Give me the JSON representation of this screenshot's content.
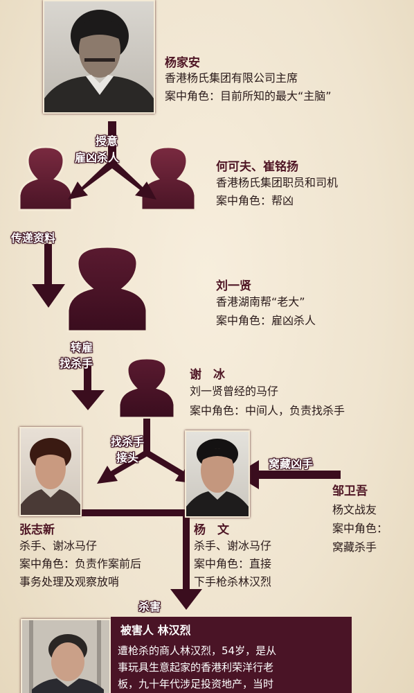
{
  "people": {
    "yang_jiaan": {
      "name": "杨家安",
      "line1": "香港杨氏集团有限公司主席",
      "line2": "案中角色：目前所知的最大“主脑”"
    },
    "he_cui": {
      "name": "何可夫、崔铭扬",
      "line1": "香港杨氏集团职员和司机",
      "line2": "案中角色：帮凶"
    },
    "liu_yixian": {
      "name": "刘一贤",
      "line1": "香港湖南帮“老大”",
      "line2": "案中角色：雇凶杀人"
    },
    "xie_bing": {
      "name": "谢　冰",
      "line1": "刘一贤曾经的马仔",
      "line2": "案中角色：中间人，负责找杀手"
    },
    "zhang_zhixin": {
      "name": "张志新",
      "line1": "杀手、谢冰马仔",
      "line2": "案中角色：负责作案前后",
      "line3": "事务处理及观察放哨"
    },
    "yang_wen": {
      "name": "杨　文",
      "line1": "杀手、谢冰马仔",
      "line2": "案中角色：直接",
      "line3": "下手枪杀林汉烈"
    },
    "zou_weiwu": {
      "name": "邹卫吾",
      "line1": "杨文战友",
      "line2": "案中角色：",
      "line3": "窝藏杀手"
    }
  },
  "labels": {
    "instigate": "授意",
    "hire_killer": "雇凶杀人",
    "pass_info": "传递资料",
    "re_hire": "转雇",
    "find_killer": "找杀手",
    "find_killer2": "找杀手",
    "contact": "接头",
    "harbor": "窝藏凶手",
    "kill": "杀害"
  },
  "victim": {
    "title": "被害人  林汉烈",
    "line1": "遭枪杀的商人林汉烈，54岁，是从",
    "line2": "事玩具生意起家的香港利荣洋行老",
    "line3": "板，九十年代涉足投资地产，当时"
  },
  "colors": {
    "accent": "#4a1426",
    "silhouette": "#5e1a2e",
    "background": "#efe4cf"
  }
}
